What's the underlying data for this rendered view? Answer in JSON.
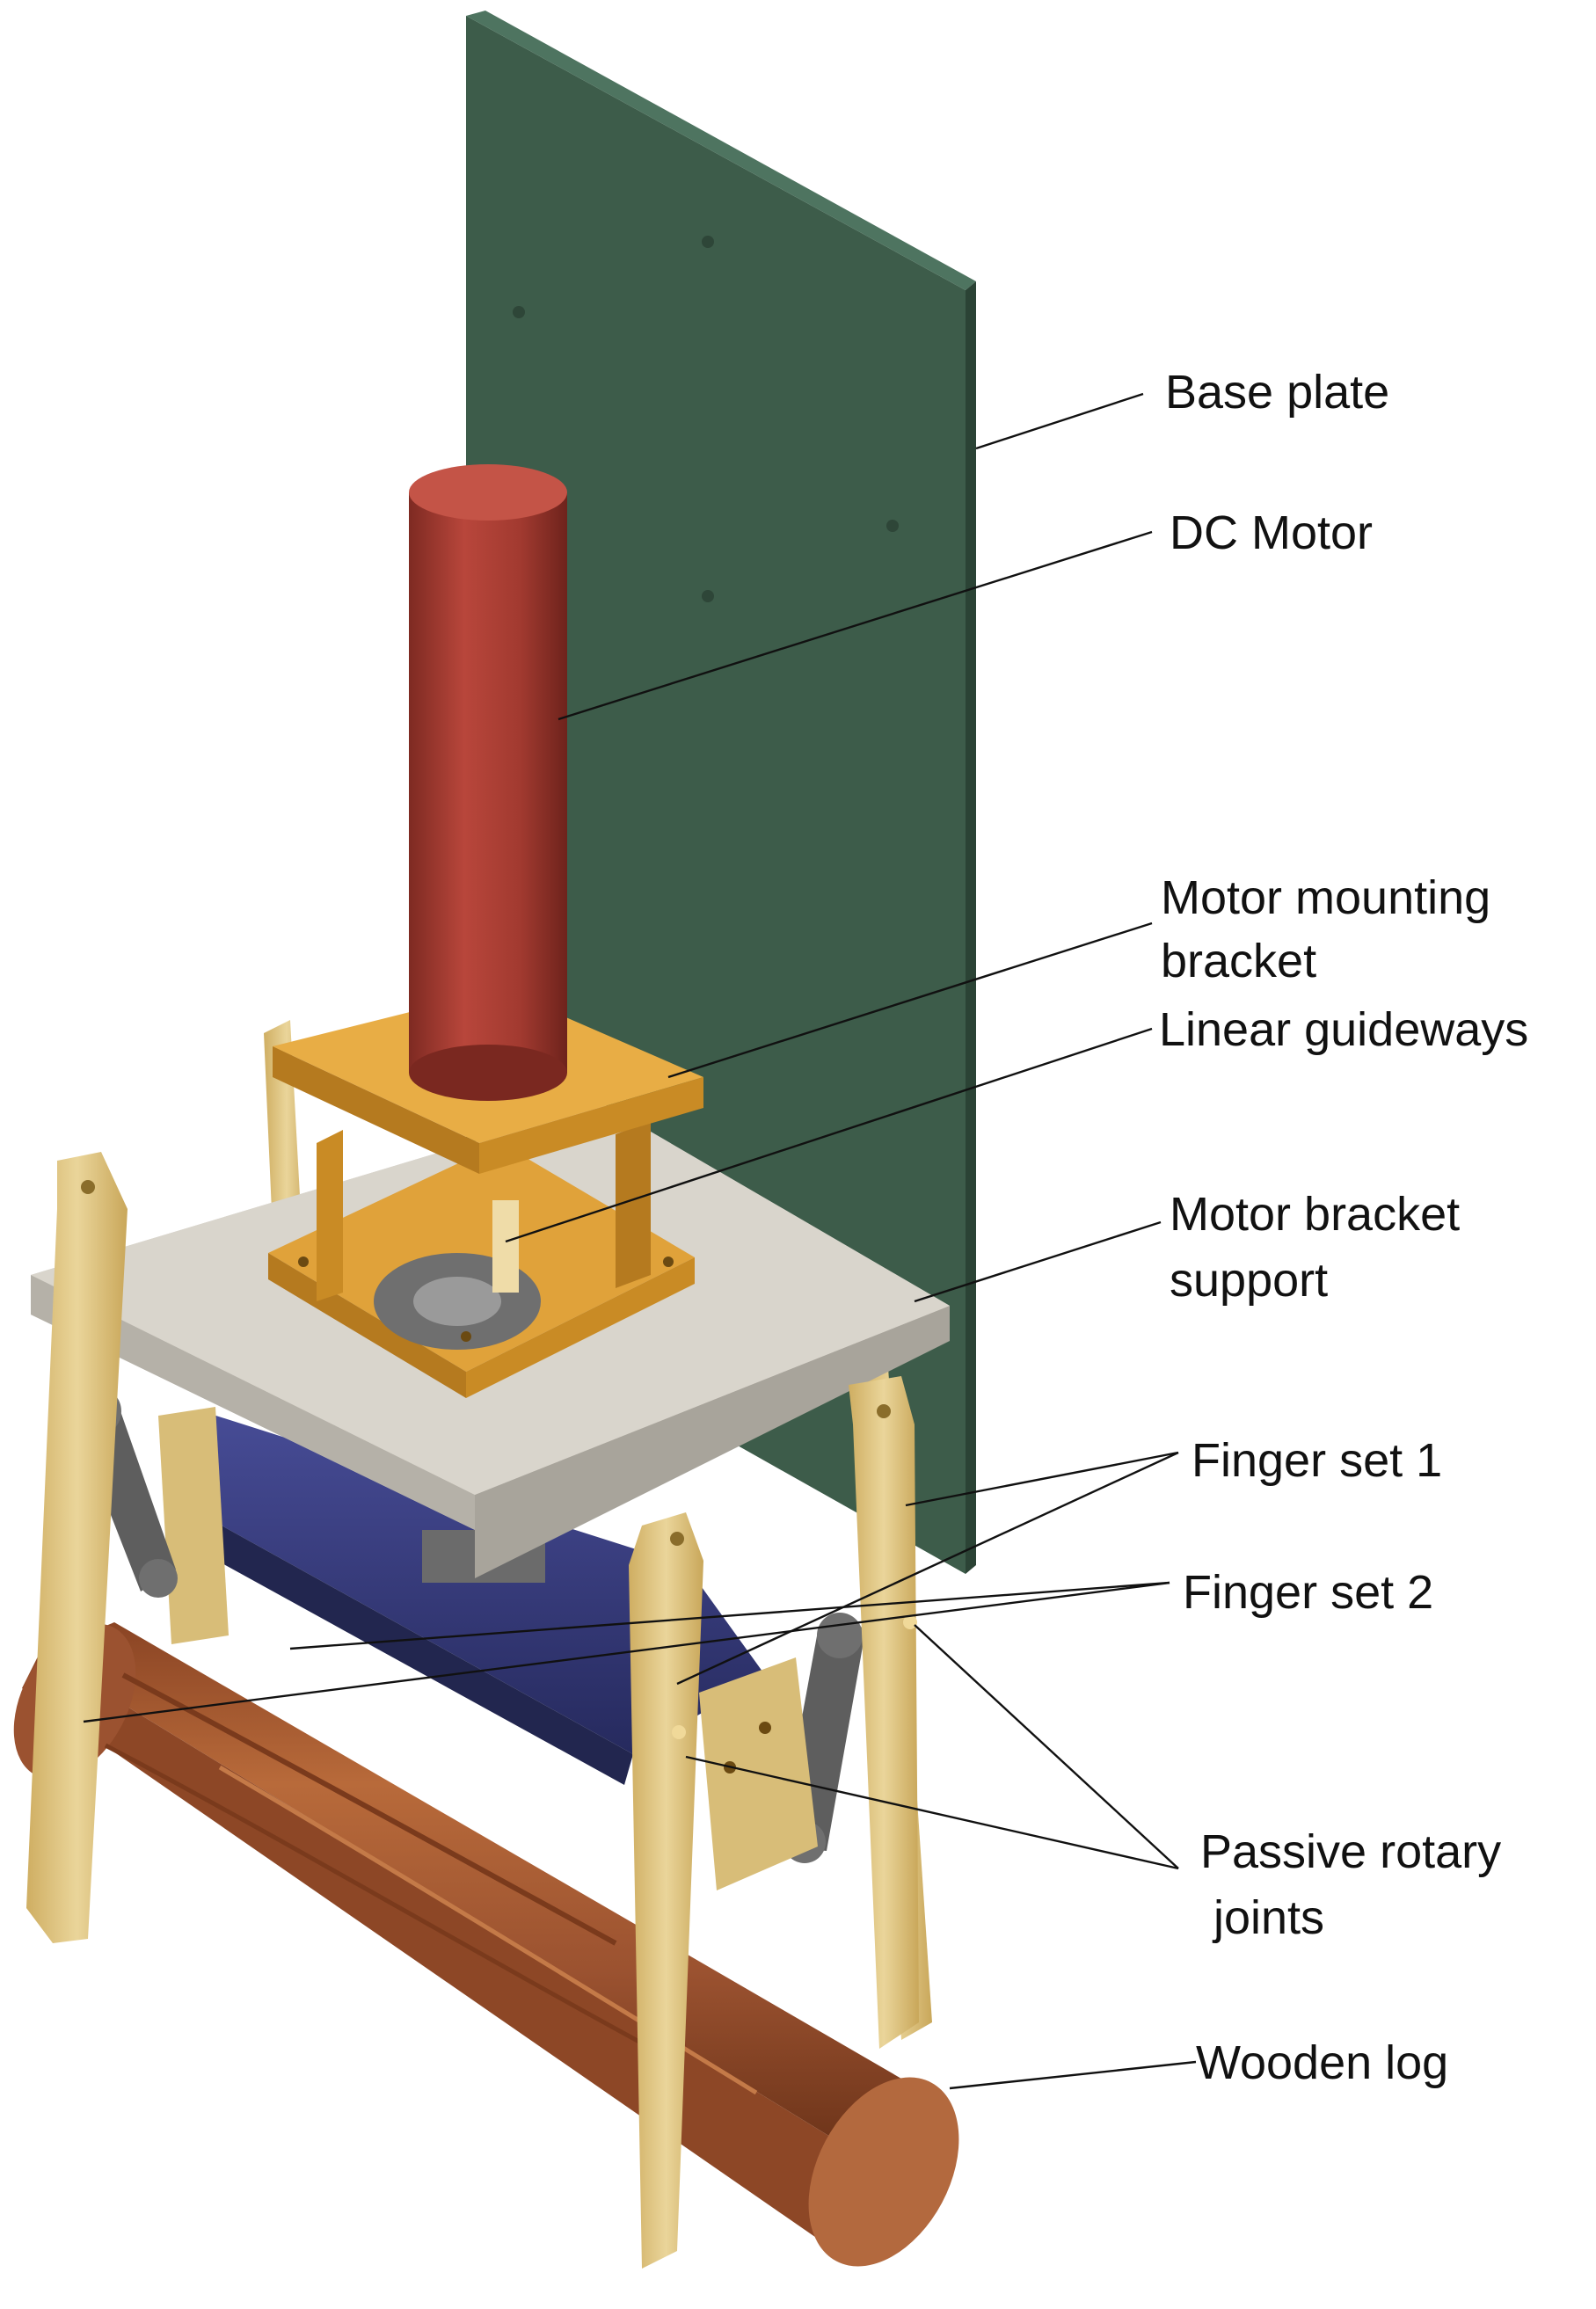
{
  "labels": {
    "base_plate": "Base plate",
    "dc_motor": "DC Motor",
    "motor_mounting_bracket_1": "Motor mounting",
    "motor_mounting_bracket_2": "bracket",
    "linear_guideways": "Linear guideways",
    "motor_bracket_support_1": "Motor bracket",
    "motor_bracket_support_2": "support",
    "finger_set_1": "Finger set 1",
    "finger_set_2": "Finger set 2",
    "passive_rotary_joints_1": "Passive rotary",
    "passive_rotary_joints_2": "joints",
    "wooden_log": "Wooden log"
  },
  "colors": {
    "base_plate": "#3f5e4c",
    "motor": "#a23a30",
    "bracket": "#d99a2b",
    "support_plate": "#c8c4bb",
    "fingers": "#e2c88a",
    "actuator": "#35397a",
    "links": "#6f6f6f",
    "wood": "#a45a30"
  }
}
